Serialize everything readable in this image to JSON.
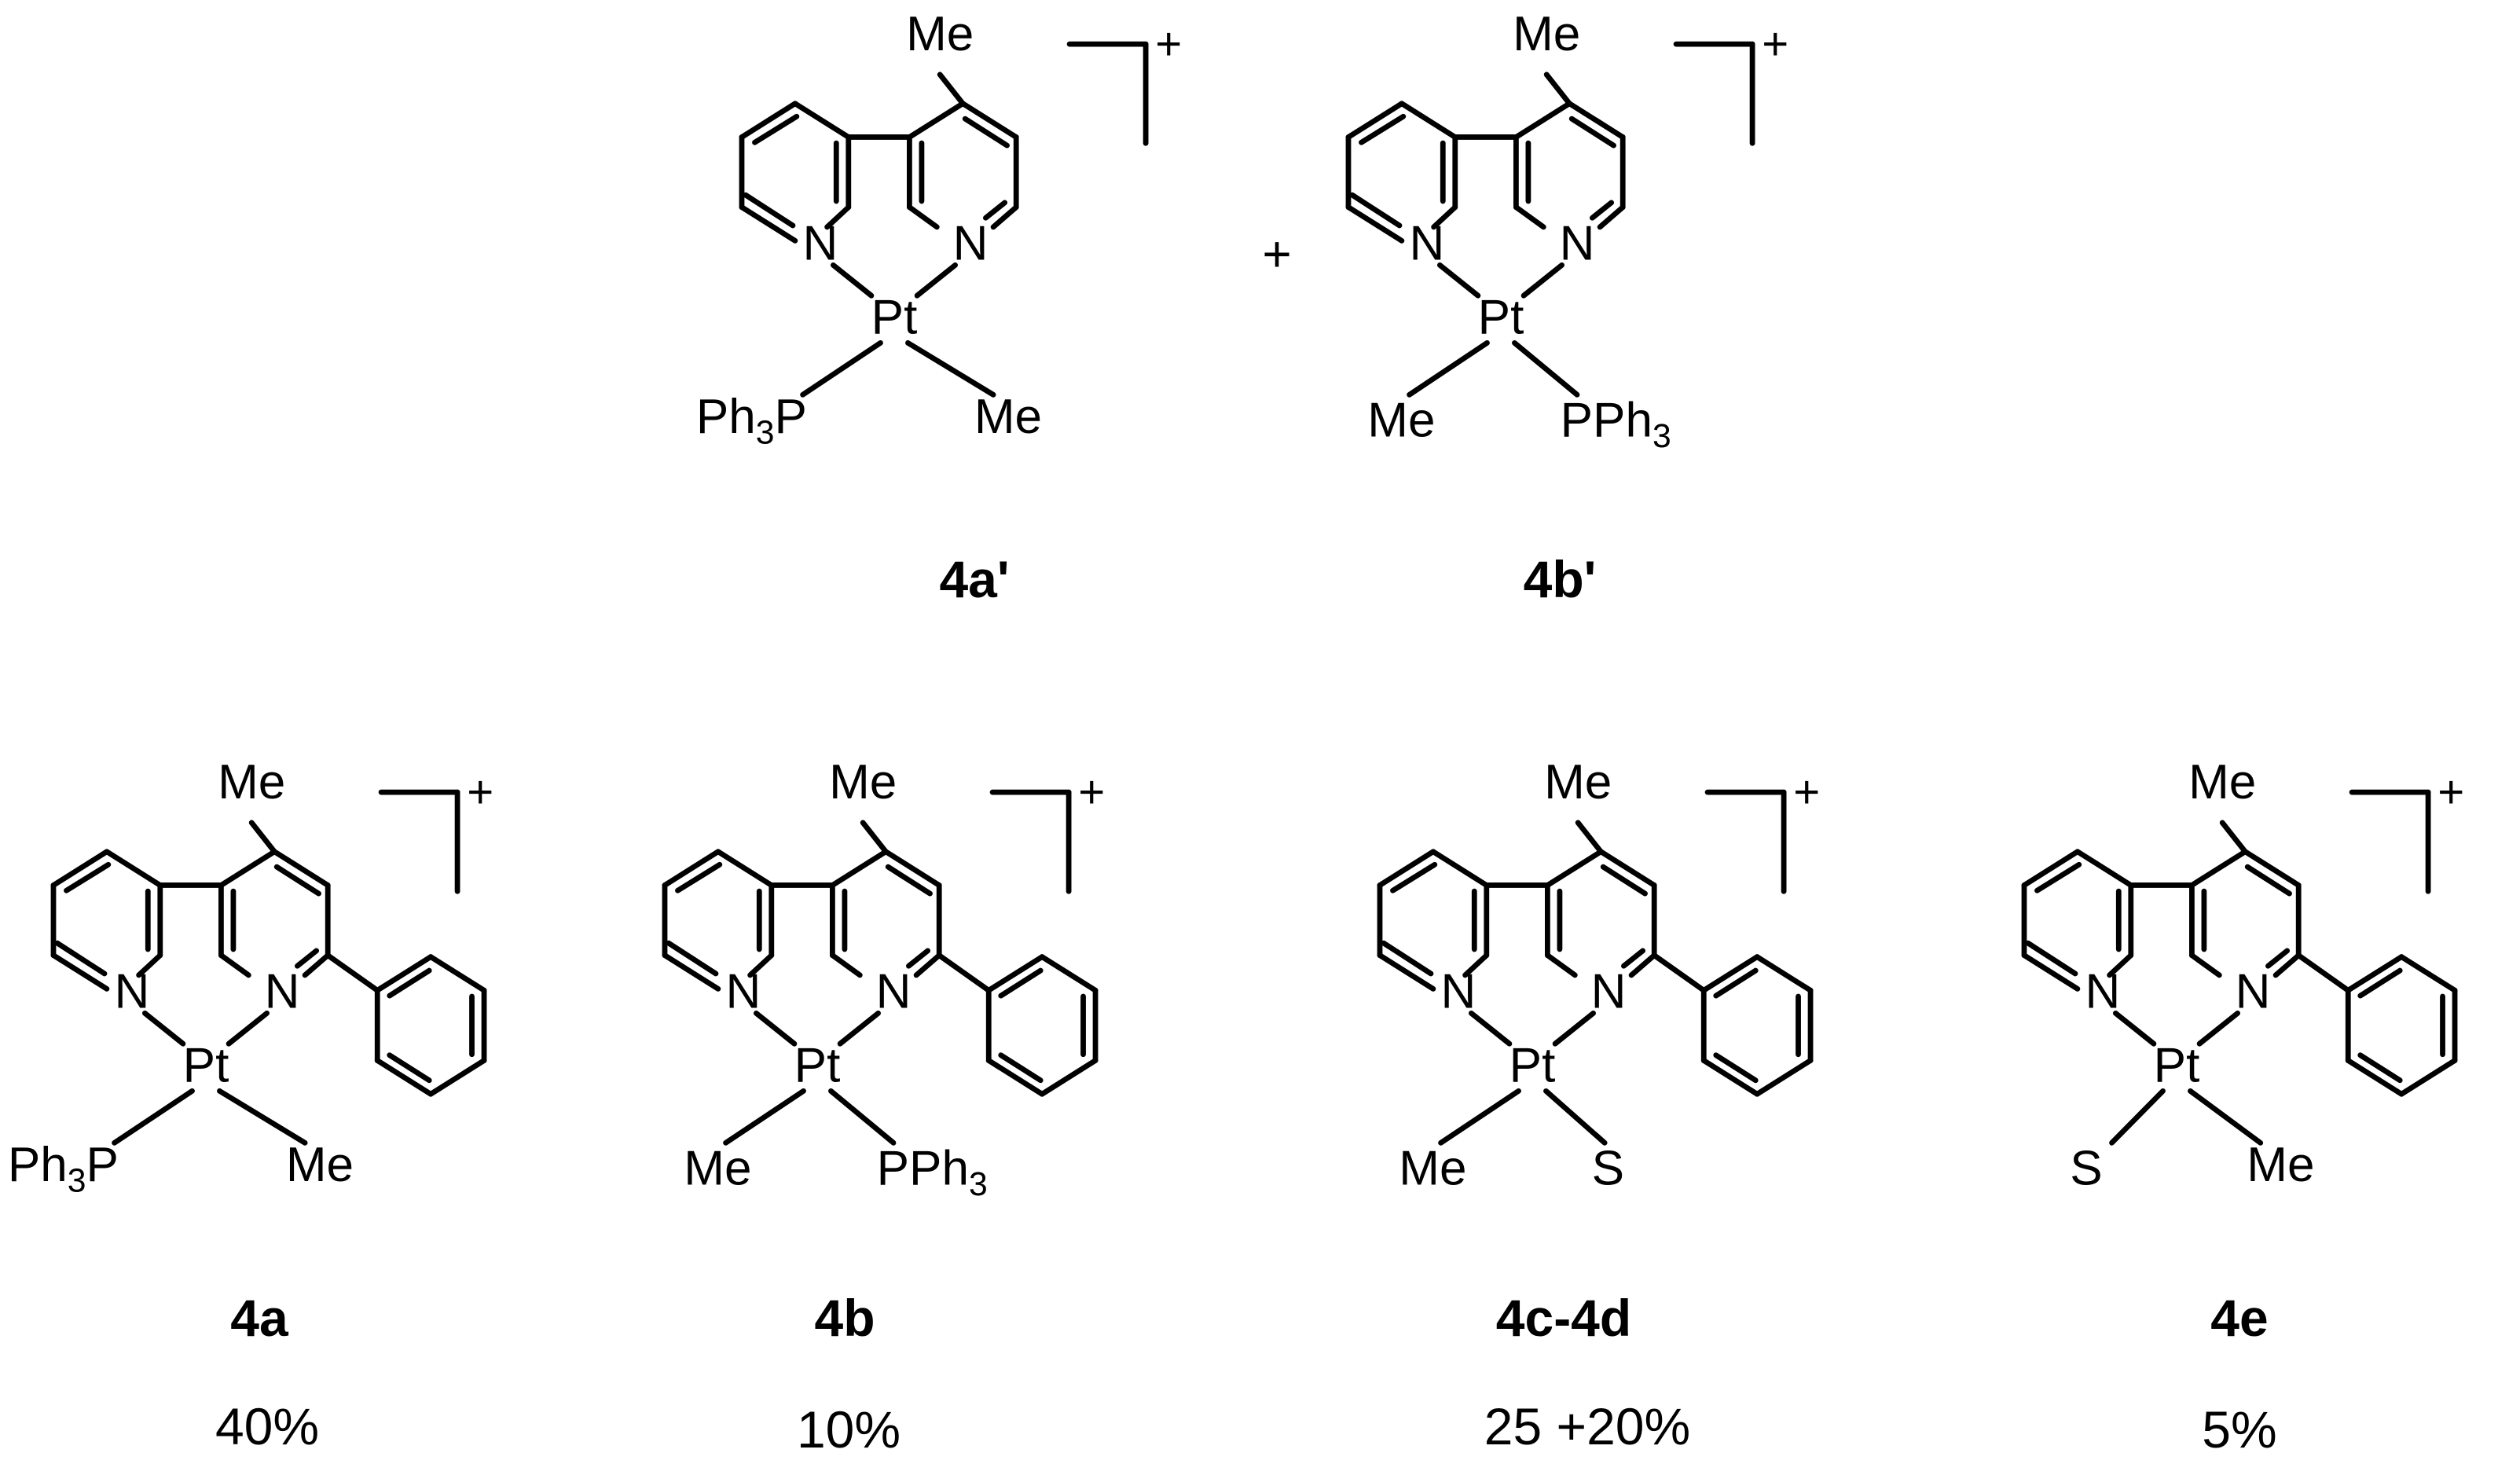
{
  "top_row": [
    {
      "label": "4a'",
      "ligands": {
        "left": "Ph3P",
        "right": "Me"
      },
      "methyl": "Me",
      "metal": "Pt",
      "n_left": "N",
      "n_right": "N",
      "charge": "+"
    },
    {
      "label": "4b'",
      "ligands": {
        "left": "Me",
        "right": "PPh3"
      },
      "methyl": "Me",
      "metal": "Pt",
      "n_left": "N",
      "n_right": "N",
      "charge": "+"
    }
  ],
  "plus_sign": "+",
  "bottom_row": [
    {
      "label": "4a",
      "yield": "40%",
      "ligands": {
        "left": "Ph3P",
        "right": "Me"
      },
      "methyl": "Me",
      "metal": "Pt",
      "n_left": "N",
      "n_right": "N",
      "charge": "+"
    },
    {
      "label": "4b",
      "yield": "10%",
      "ligands": {
        "left": "Me",
        "right": "PPh3"
      },
      "methyl": "Me",
      "metal": "Pt",
      "n_left": "N",
      "n_right": "N",
      "charge": "+"
    },
    {
      "label": "4c-4d",
      "yield": "25 +20%",
      "ligands": {
        "left": "Me",
        "right": "S"
      },
      "methyl": "Me",
      "metal": "Pt",
      "n_left": "N",
      "n_right": "N",
      "charge": "+"
    },
    {
      "label": "4e",
      "yield": "5%",
      "ligands": {
        "left": "S",
        "right": "Me"
      },
      "methyl": "Me",
      "metal": "Pt",
      "n_left": "N",
      "n_right": "N",
      "charge": "+"
    }
  ]
}
